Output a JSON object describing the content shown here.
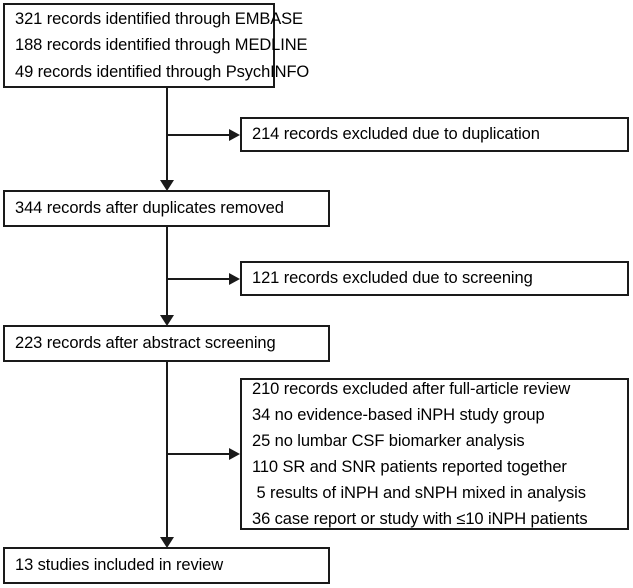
{
  "diagram": {
    "type": "prisma-flow-diagram",
    "title": "",
    "colors": {
      "border": "#1a1a1a",
      "background": "#ffffff",
      "text": "#000000"
    },
    "identification_box": {
      "lines": [
        "321 records identified through EMBASE",
        "188 records identified through MEDLINE",
        "49 records identified through PsychINFO"
      ],
      "counts": {
        "embase": 321,
        "medline": 188,
        "psychinfo": 49
      }
    },
    "excluded_duplication_box": {
      "lines": [
        "214 records excluded due to duplication"
      ],
      "count": 214
    },
    "after_duplicates_box": {
      "lines": [
        "344 records after duplicates removed"
      ],
      "count": 344
    },
    "excluded_screening_box": {
      "lines": [
        "121 records excluded due to screening"
      ],
      "count": 121
    },
    "after_abstract_box": {
      "lines": [
        "223 records after abstract screening"
      ],
      "count": 223
    },
    "excluded_fulltext_box": {
      "header": "210 records excluded after full-article review",
      "count": 210,
      "reasons": [
        "34 no evidence-based iNPH study group",
        "25 no lumbar CSF biomarker analysis",
        "110 SR and SNR patients reported together",
        " 5 results of iNPH and sNPH mixed in analysis",
        "36 case report or study with ≤10 iNPH patients"
      ],
      "reason_counts": [
        34,
        25,
        110,
        5,
        36
      ]
    },
    "included_box": {
      "lines": [
        "13 studies included in review"
      ],
      "count": 13
    }
  }
}
